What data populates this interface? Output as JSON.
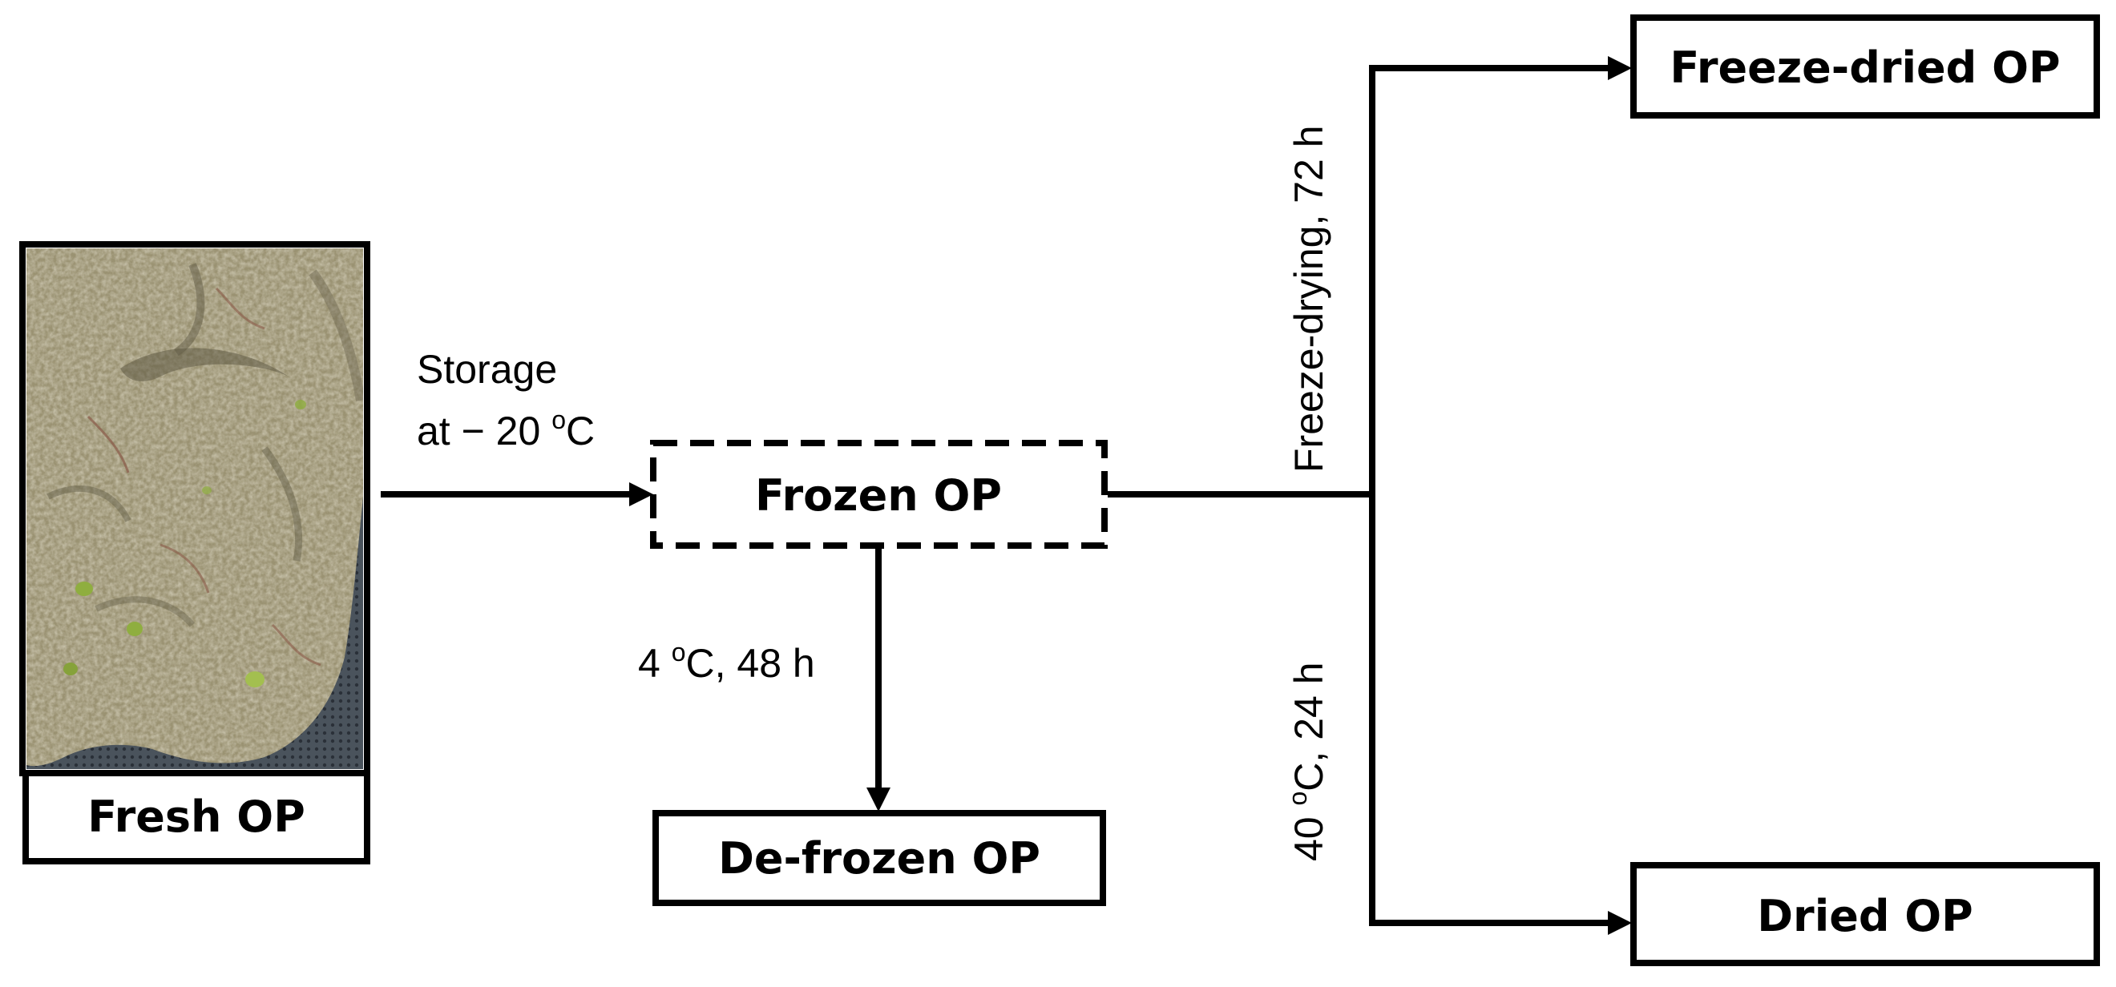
{
  "nodes": {
    "fresh": {
      "label": "Fresh OP"
    },
    "frozen": {
      "label": "Frozen OP"
    },
    "defrozen": {
      "label": "De-frozen OP"
    },
    "freeze_dried": {
      "label": "Freeze-dried OP"
    },
    "dried": {
      "label": "Dried OP"
    }
  },
  "edges": {
    "storage": {
      "line1": "Storage",
      "line2_prefix": "at − 20 ",
      "degree": "o",
      "unit": "C"
    },
    "thaw": {
      "prefix": "4 ",
      "degree": "o",
      "suffix": "C, 48 h"
    },
    "freeze_drying": {
      "text": "Freeze-drying, 72 h"
    },
    "oven_drying": {
      "prefix": "40 ",
      "degree": "o",
      "suffix": "C, 24 h"
    }
  },
  "colors": {
    "stroke": "#000000",
    "box_fill": "#ffffff",
    "pomace_base": "#9a9272",
    "pomace_light": "#c9c19f",
    "pomace_dark": "#5f5a44",
    "pomace_green": "#8fae3f",
    "mesh": "#3d4650"
  }
}
